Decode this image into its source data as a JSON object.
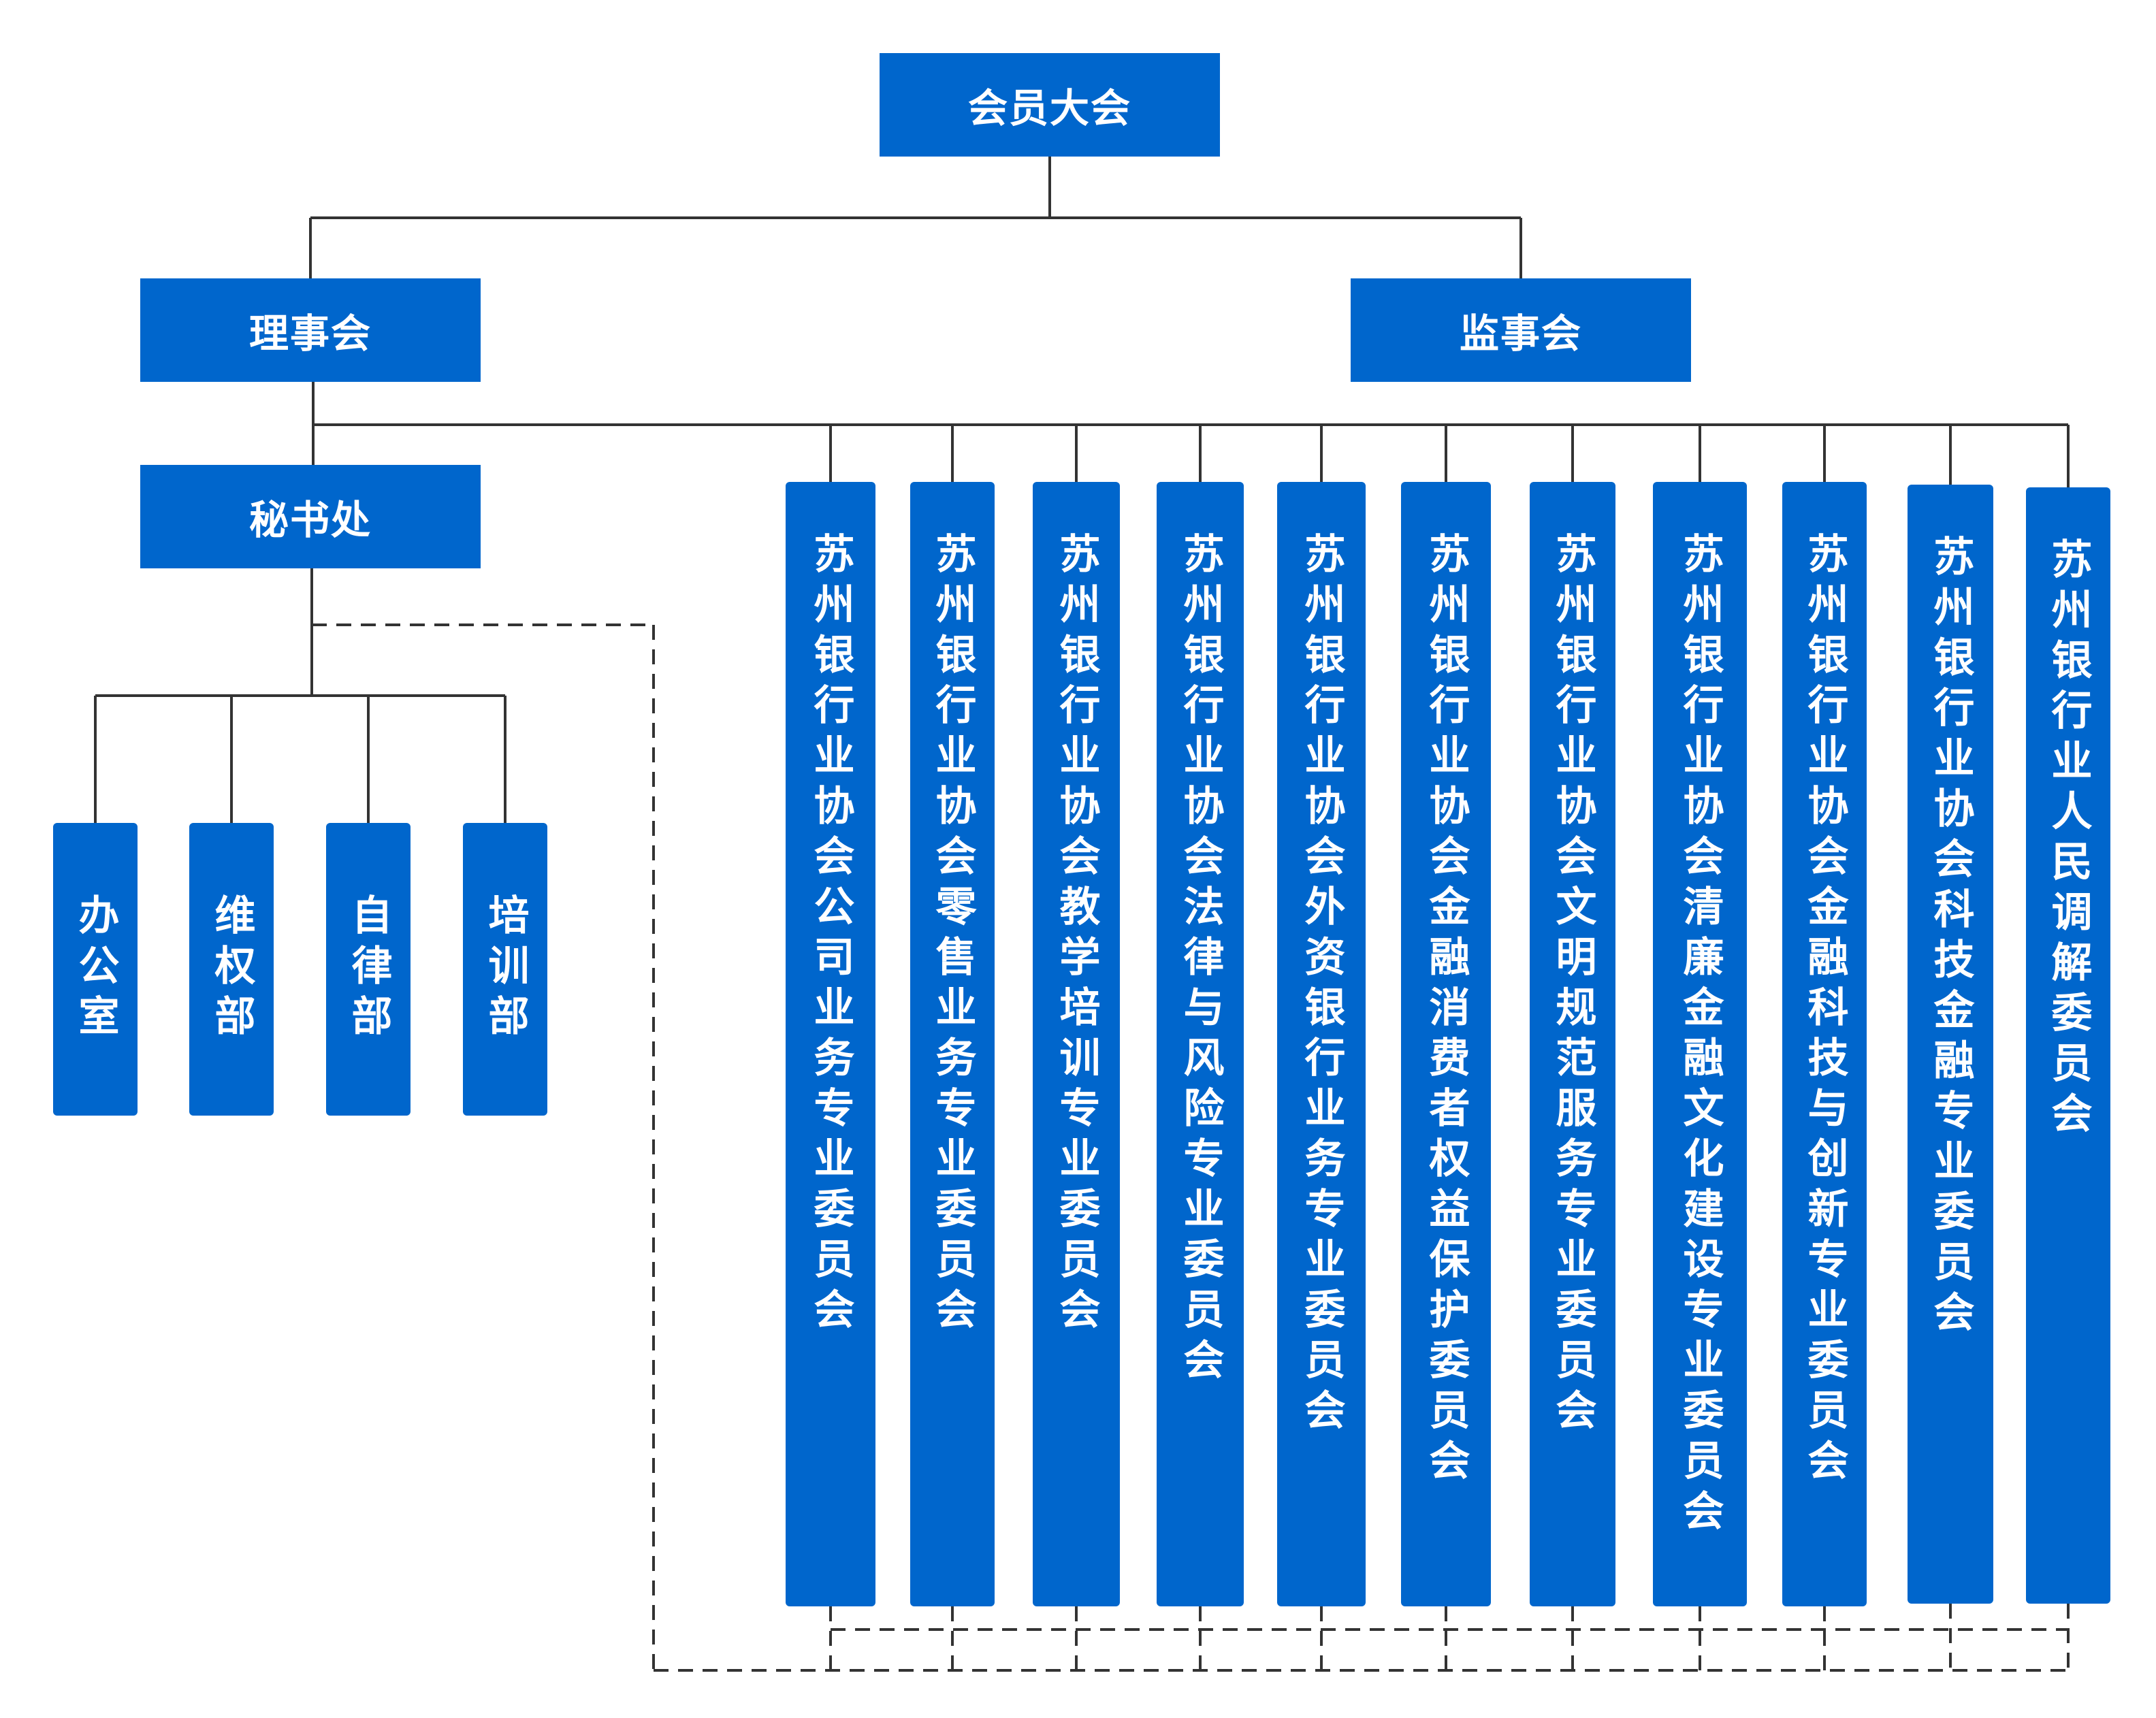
{
  "colors": {
    "box_fill": "#0066cc",
    "box_text": "#ffffff",
    "solid_line": "#333333",
    "dashed_line": "#333333"
  },
  "nodes": {
    "general_assembly": "会员大会",
    "board_of_directors": "理事会",
    "board_of_supervisors": "监事会",
    "secretariat": "秘书处"
  },
  "departments": [
    "办公室",
    "维权部",
    "自律部",
    "培训部"
  ],
  "committees": [
    "苏州银行业协会公司业务专业委员会",
    "苏州银行业协会零售业务专业委员会",
    "苏州银行业协会教学培训专业委员会",
    "苏州银行业协会法律与风险专业委员会",
    "苏州银行业协会外资银行业务专业委员会",
    "苏州银行业协会金融消费者权益保护委员会",
    "苏州银行业协会文明规范服务专业委员会",
    "苏州银行业协会清廉金融文化建设专业委员会",
    "苏州银行业协会金融科技与创新专业委员会",
    "苏州银行业协会科技金融专业委员会",
    "苏州银行业人民调解委员会"
  ]
}
